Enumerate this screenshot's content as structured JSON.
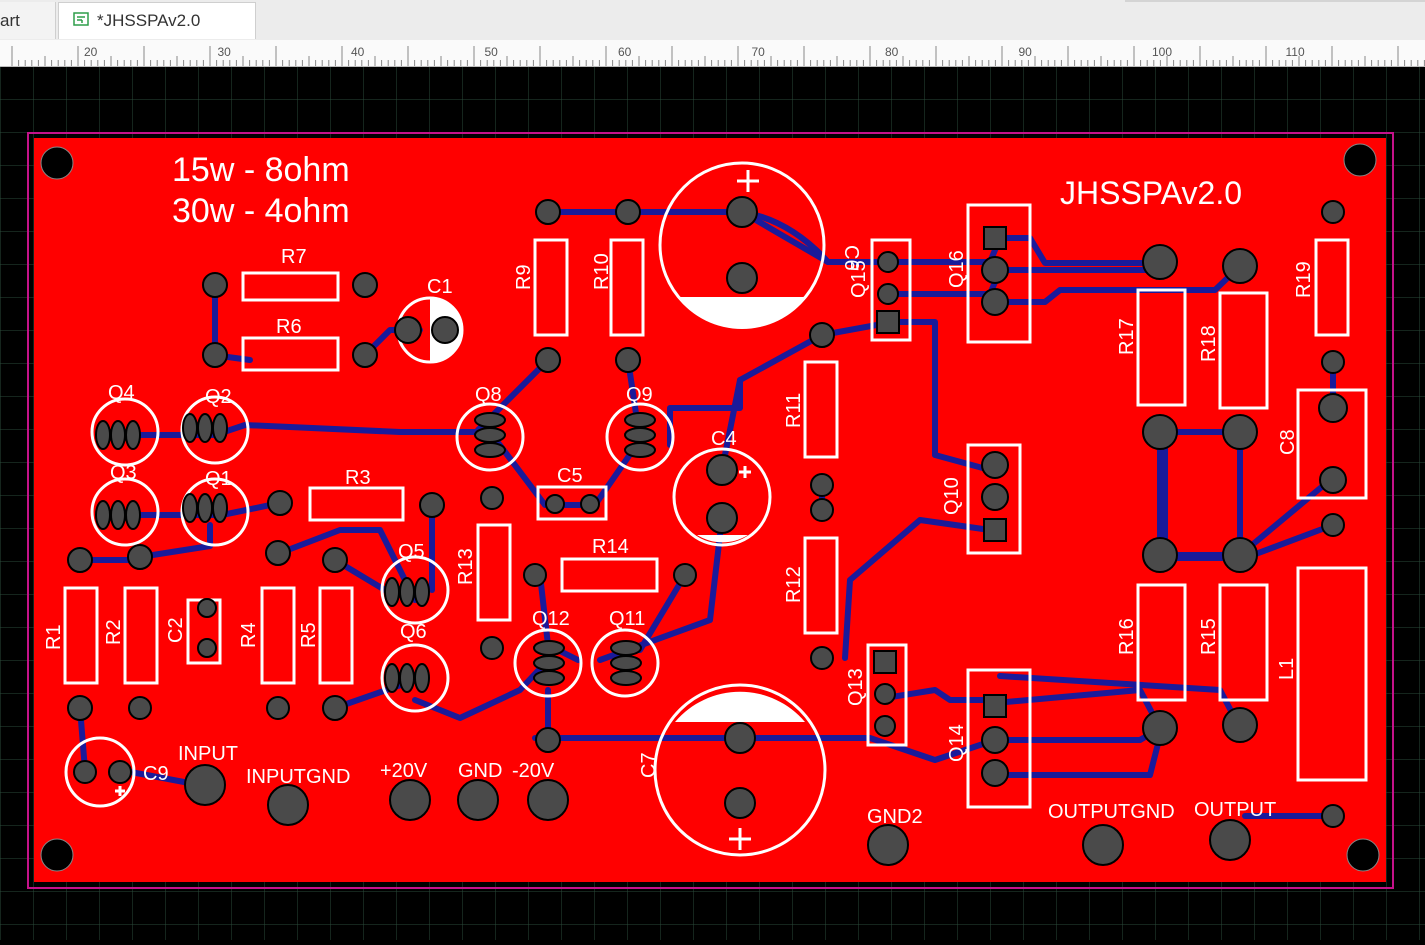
{
  "tabs": [
    {
      "label": "art",
      "active": false
    },
    {
      "label": "*JHSSPAv2.0",
      "active": true,
      "icon": "pcb-document-icon"
    }
  ],
  "ruler": {
    "ticks": [
      "20",
      "30",
      "40",
      "50",
      "60",
      "70",
      "80",
      "90",
      "100",
      "110"
    ]
  },
  "colors": {
    "board": "#ff0000",
    "trace": "#1a1a9a",
    "silk": "#ffffff",
    "pad": "#4a4a4a",
    "background": "#000000",
    "grid": "#2a4a3a"
  },
  "board": {
    "specs": [
      "15w - 8ohm",
      "30w - 4ohm"
    ],
    "project": "JHSSPAv2.0",
    "resistors": [
      "R1",
      "R2",
      "R3",
      "R4",
      "R5",
      "R6",
      "R7",
      "R9",
      "R10",
      "R11",
      "R12",
      "R13",
      "R14",
      "R15",
      "R16",
      "R17",
      "R18",
      "R19"
    ],
    "transistors": [
      "Q1",
      "Q2",
      "Q3",
      "Q4",
      "Q5",
      "Q6",
      "Q8",
      "Q9",
      "Q10",
      "Q11",
      "Q12",
      "Q13",
      "Q14",
      "Q15",
      "Q16"
    ],
    "capacitors": [
      "C1",
      "C2",
      "C4",
      "C5",
      "C6",
      "C7",
      "C8",
      "C9"
    ],
    "inductors": [
      "L1"
    ],
    "connectors": [
      "INPUT",
      "INPUTGND",
      "+20V",
      "GND",
      "-20V",
      "GND2",
      "OUTPUTGND",
      "OUTPUT"
    ]
  }
}
